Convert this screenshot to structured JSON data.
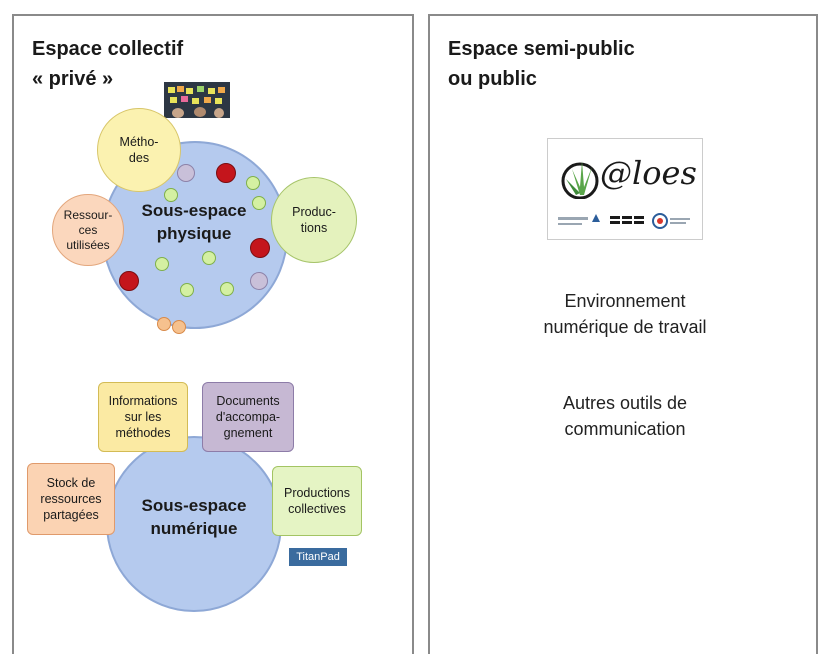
{
  "left_panel": {
    "title": "Espace collectif\n« privé »",
    "physical": {
      "center_label": "Sous-espace\nphysique",
      "methods": "Métho-\ndes",
      "resources": "Ressour-\nces\nutilisées",
      "productions": "Produc-\ntions"
    },
    "digital": {
      "center_label": "Sous-espace\nnumérique",
      "informations": "Informations\nsur les\nméthodes",
      "documents": "Documents\nd'accompa-\ngnement",
      "stock": "Stock de\nressources\npartagées",
      "productions": "Productions\ncollectives",
      "titanpad": "TitanPad"
    }
  },
  "right_panel": {
    "title": "Espace semi-public\nou public",
    "logo_text": "@loes",
    "env_text": "Environnement\nnumérique  de travail",
    "tools_text": "Autres outils de\ncommunication"
  },
  "colors": {
    "big_circle": "#b5caee",
    "methods": "#fbf2b0",
    "resources": "#fbd7bd",
    "productions": "#e4f2bd",
    "info_box": "#fbeaa3",
    "docs_box": "#c6b8d3",
    "stock_box": "#fbd3b3",
    "prod_box": "#e5f4c4",
    "titanpad_bg": "#3a6b9e"
  }
}
